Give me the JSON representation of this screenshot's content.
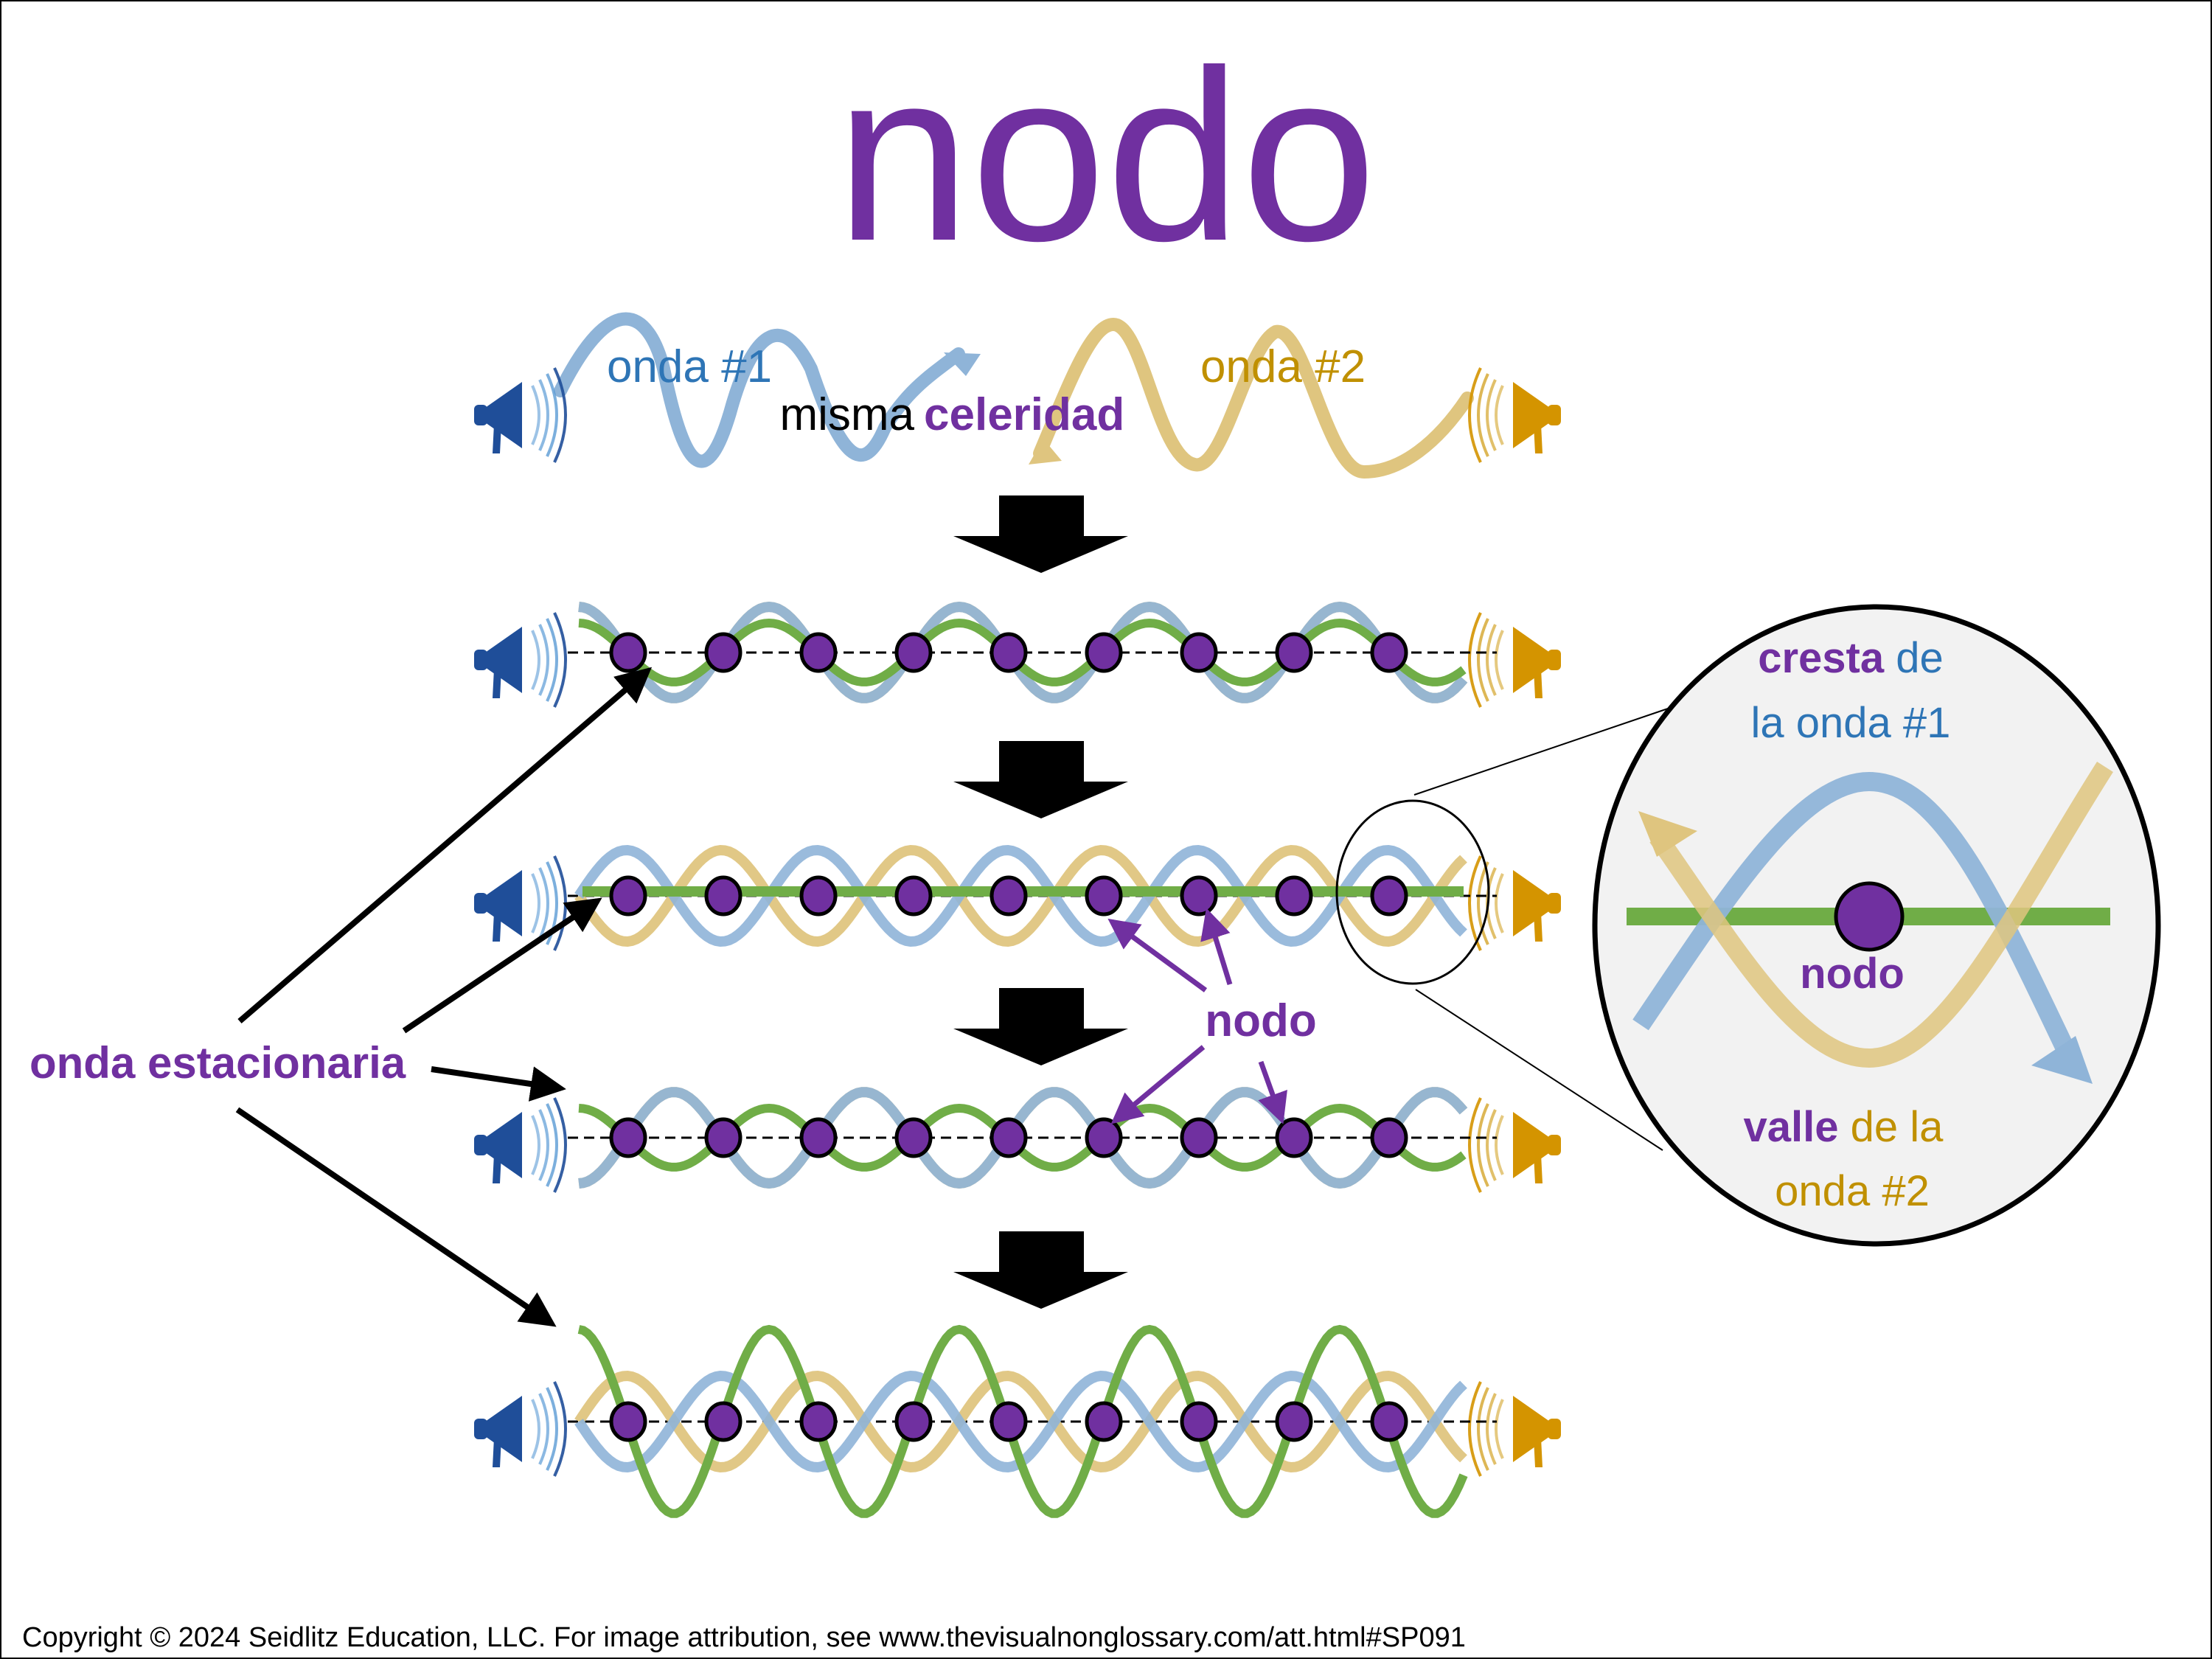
{
  "title": "nodo",
  "colors": {
    "title": "#7030a0",
    "wave1": "#8fb4d8",
    "wave1_text": "#2e75b6",
    "wave2": "#dfc57f",
    "wave2_text": "#c09000",
    "resultant": "#70ad47",
    "node": "#7030a0",
    "speaker_left": "#1f4e99",
    "speaker_right": "#d49400",
    "inset_bg": "#f2f2f2"
  },
  "top": {
    "wave1_label": "onda #1",
    "wave2_label": "onda #2",
    "same_label": "misma",
    "speed_label": "celeridad"
  },
  "rows": [
    {
      "name": "row-1",
      "resultant": "partial",
      "phase_offset": 0.25
    },
    {
      "name": "row-2",
      "resultant": "flat",
      "phase_offset": 0.5
    },
    {
      "name": "row-3",
      "resultant": "partial",
      "phase_offset": 0.75
    },
    {
      "name": "row-4",
      "resultant": "max",
      "phase_offset": 0.0
    }
  ],
  "nodes_per_row": 9,
  "labels": {
    "standing_wave": "onda estacionaria",
    "node": "nodo"
  },
  "inset": {
    "crest_bold": "cresta",
    "crest_rest_1": " de",
    "crest_line2": "la onda #1",
    "node_label": "nodo",
    "trough_bold": "valle",
    "trough_rest_1": " de la",
    "trough_line2": "onda #2"
  },
  "footer": {
    "copyright": "Copyright © 2024 Seidlitz Education, LLC.  For image attribution, see www.thevisualnonglossary.com/att.html#SP091"
  }
}
